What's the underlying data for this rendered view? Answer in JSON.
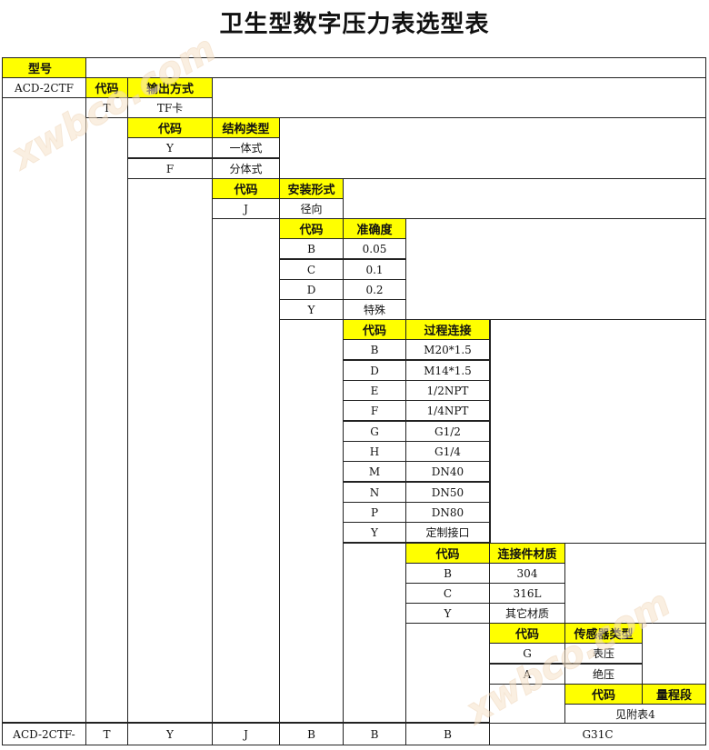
{
  "title": "卫生型数字压力表选型表",
  "model_header": "型号",
  "code_header": "代码",
  "base_model": "ACD-2CTF",
  "sections": {
    "output": {
      "label": "输出方式",
      "rows": [
        {
          "code": "T",
          "value": "TF卡"
        }
      ]
    },
    "structure": {
      "label": "结构类型",
      "rows": [
        {
          "code": "Y",
          "value": "一体式"
        },
        {
          "code": "F",
          "value": "分体式"
        }
      ]
    },
    "mounting": {
      "label": "安装形式",
      "rows": [
        {
          "code": "J",
          "value": "径向"
        }
      ]
    },
    "accuracy": {
      "label": "准确度",
      "rows": [
        {
          "code": "B",
          "value": "0.05"
        },
        {
          "code": "C",
          "value": "0.1"
        },
        {
          "code": "D",
          "value": "0.2"
        },
        {
          "code": "Y",
          "value": "特殊"
        }
      ]
    },
    "process": {
      "label": "过程连接",
      "rows": [
        {
          "code": "B",
          "value": "M20*1.5"
        },
        {
          "code": "D",
          "value": "M14*1.5"
        },
        {
          "code": "E",
          "value": "1/2NPT"
        },
        {
          "code": "F",
          "value": "1/4NPT"
        },
        {
          "code": "G",
          "value": "G1/2"
        },
        {
          "code": "H",
          "value": "G1/4"
        },
        {
          "code": "M",
          "value": "DN40"
        },
        {
          "code": "N",
          "value": "DN50"
        },
        {
          "code": "P",
          "value": "DN80"
        },
        {
          "code": "Y",
          "value": "定制接口"
        }
      ]
    },
    "material": {
      "label": "连接件材质",
      "rows": [
        {
          "code": "B",
          "value": "304"
        },
        {
          "code": "C",
          "value": "316L"
        },
        {
          "code": "Y",
          "value": "其它材质"
        }
      ]
    },
    "sensor": {
      "label": "传感器类型",
      "rows": [
        {
          "code": "G",
          "value": "表压"
        },
        {
          "code": "A",
          "value": "绝压"
        }
      ]
    },
    "range": {
      "label": "量程段",
      "note": "见附表4"
    }
  },
  "example": {
    "model": "ACD-2CTF-",
    "values": [
      "T",
      "Y",
      "J",
      "B",
      "B",
      "B"
    ],
    "tail": "G31C"
  },
  "watermarks": [
    "xwbco.com",
    "xwbco.com"
  ]
}
